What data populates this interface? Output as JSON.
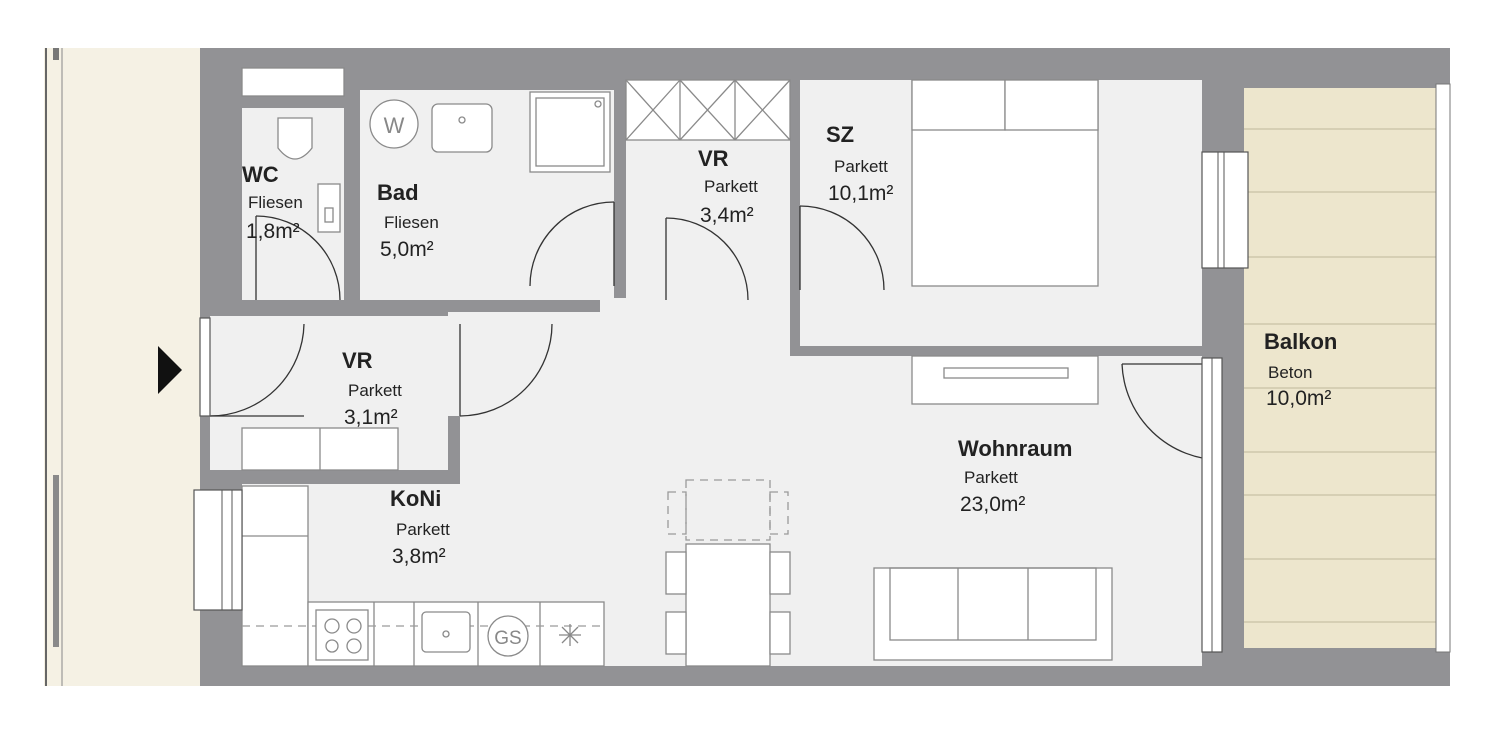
{
  "rooms": {
    "wc": {
      "name": "WC",
      "material": "Fliesen",
      "area": "1,8m²"
    },
    "bad": {
      "name": "Bad",
      "material": "Fliesen",
      "area": "5,0m²"
    },
    "vr_top": {
      "name": "VR",
      "material": "Parkett",
      "area": "3,4m²"
    },
    "sz": {
      "name": "SZ",
      "material": "Parkett",
      "area": "10,1m²"
    },
    "vr_entry": {
      "name": "VR",
      "material": "Parkett",
      "area": "3,1m²"
    },
    "balkon": {
      "name": "Balkon",
      "material": "Beton",
      "area": "10,0m²"
    },
    "wohnraum": {
      "name": "Wohnraum",
      "material": "Parkett",
      "area": "23,0m²"
    },
    "koni": {
      "name": "KoNi",
      "material": "Parkett",
      "area": "3,8m²"
    }
  },
  "fixtures": {
    "washer_label": "W",
    "gas_stove_label": "GS"
  },
  "colors": {
    "wall": "#929295",
    "floor": "#f0f0f0",
    "corridor": "#f5f1e4",
    "balcony": "#ede6cd"
  }
}
